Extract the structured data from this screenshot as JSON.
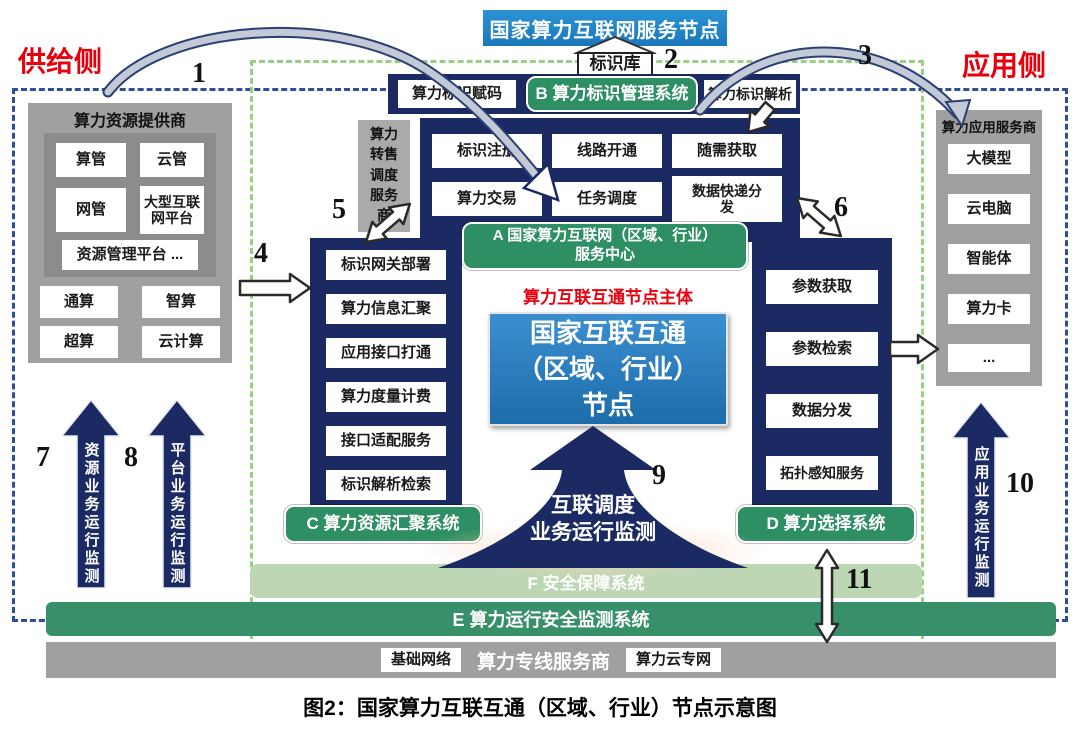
{
  "caption": "图2：国家算力互联互通（区域、行业）节点示意图",
  "colors": {
    "navy": "#1b2a63",
    "node_blue": "#1e86c9",
    "green_label": "#2f8f64",
    "f_bar_green": "#bdd6b3",
    "e_bar_green": "#38906a",
    "panel_gray": "#a0a0a0",
    "red_accent": "#e8000d",
    "dashed_blue": "#2c4f9c",
    "dashed_green": "#97cf83"
  },
  "sides": {
    "supply": "供给侧",
    "application": "应用侧"
  },
  "numbers": [
    "1",
    "2",
    "3",
    "4",
    "5",
    "6",
    "7",
    "8",
    "9",
    "10",
    "11"
  ],
  "top_node": {
    "title": "国家算力互联网服务节点",
    "id_library": "标识库"
  },
  "b_system": {
    "label": "B 算力标识管理系统",
    "left": "算力标识赋码",
    "right": "算力标识解析"
  },
  "a_center": {
    "label_line1": "A 国家算力互联网（区域、行业）",
    "label_line2": "服务中心",
    "items": [
      "标识注册",
      "线路开通",
      "随需获取",
      "算力交易",
      "任务调度",
      "数据快递分发"
    ]
  },
  "reseller": {
    "label": "算力转售调度服务商"
  },
  "c_system": {
    "label": "C 算力资源汇聚系统",
    "items": [
      "标识网关部署",
      "算力信息汇聚",
      "应用接口打通",
      "算力度量计费",
      "接口适配服务",
      "标识解析检索"
    ]
  },
  "d_system": {
    "label": "D 算力选择系统",
    "items": [
      "参数获取",
      "参数检索",
      "数据分发",
      "拓扑感知服务"
    ]
  },
  "center_node": {
    "subject": "算力互联互通节点主体",
    "line1": "国家互联互通",
    "line2": "（区域、行业）",
    "line3": "节点"
  },
  "big_arrow": {
    "line1": "互联调度",
    "line2": "业务运行监测"
  },
  "f_bar": "F 安全保障系统",
  "e_bar": "E 算力运行安全监测系统",
  "network_bar": {
    "items": [
      "基础网络",
      "算力专线服务商",
      "算力云专网"
    ]
  },
  "provider": {
    "title": "算力资源提供商",
    "mgmt_items": [
      "算管",
      "云管",
      "网管",
      "大型互联网平台",
      "资源管理平台 ..."
    ],
    "compute_items": [
      "通算",
      "智算",
      "超算",
      "云计算"
    ]
  },
  "consumer": {
    "title": "算力应用服务商",
    "items": [
      "大模型",
      "云电脑",
      "智能体",
      "算力卡",
      "..."
    ]
  },
  "monitor_arrows": {
    "left1": "资源业务运行监测",
    "left2": "平台业务运行监测",
    "right": "应用业务运行监测"
  }
}
